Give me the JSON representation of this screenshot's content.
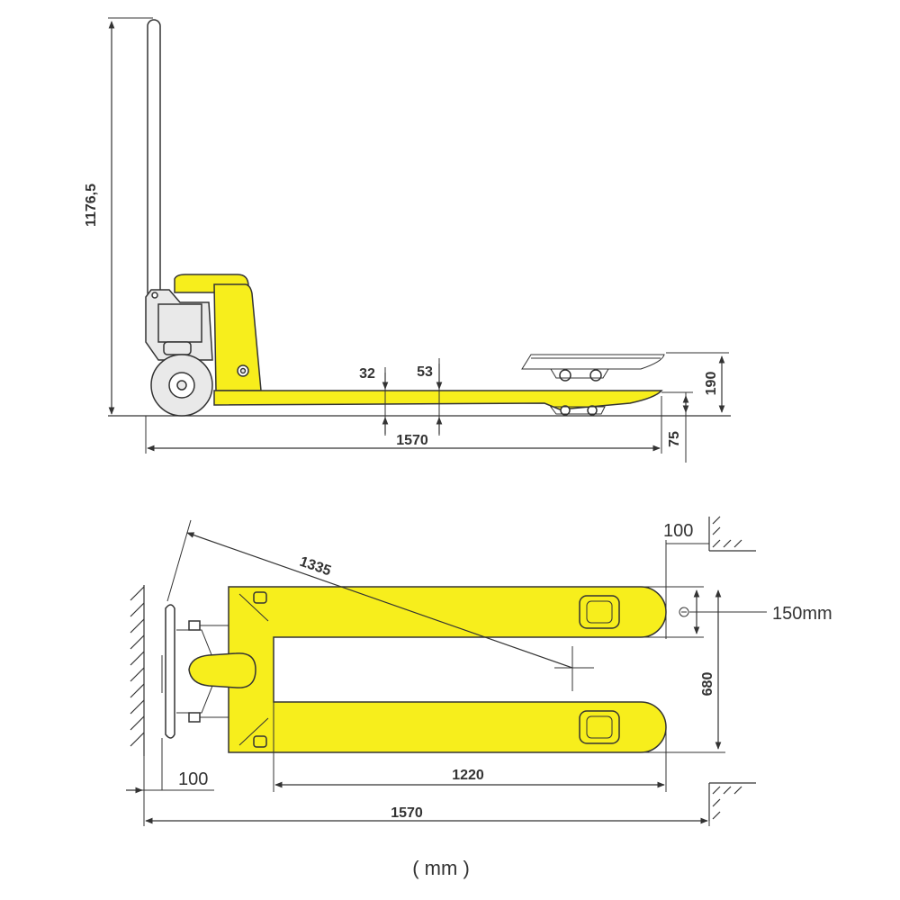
{
  "colors": {
    "body": "#f7ee1c",
    "line": "#333333",
    "hub": "#e9e9e9"
  },
  "side_view": {
    "height_total": "1176,5",
    "dim_32": "32",
    "dim_53": "53",
    "dim_190": "190",
    "dim_75": "75",
    "length": "1570"
  },
  "top_view": {
    "turning_radius": "1335",
    "clearance_end": "100",
    "wheel_size": "150mm",
    "width": "680",
    "clearance_wall": "100",
    "fork_length": "1220",
    "length": "1570"
  },
  "unit": "( mm )"
}
